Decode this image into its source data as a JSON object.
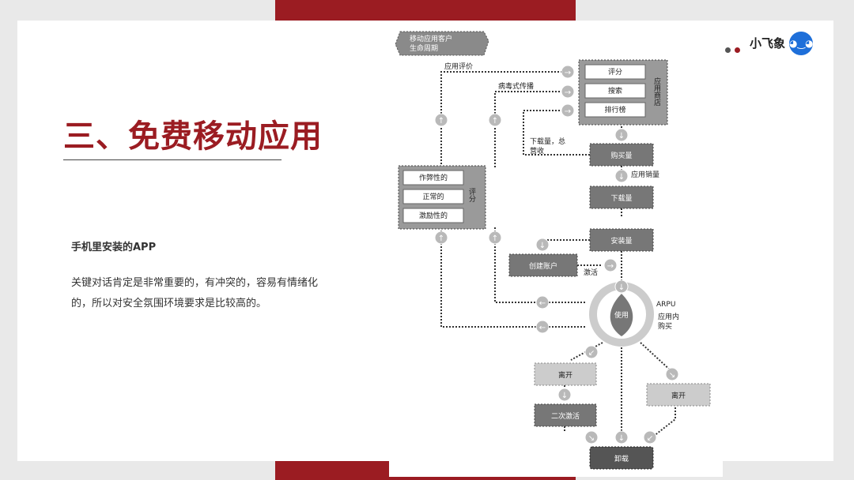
{
  "slide": {
    "title": "三、免费移动应用",
    "subheading": "手机里安装的APP",
    "body": "关键对话肯定是非常重要的，有冲突的，容易有情绪化的，所以对安全氛围环境要求是比较高的。",
    "brand": "小飞象",
    "brand_logo_icon": "elephant-logo-icon",
    "dot_colors": [
      "#cccccc",
      "#555555",
      "#9b1c22"
    ]
  },
  "diagram": {
    "title": "移动应用客户生命周期",
    "store_group": "应用商店",
    "store_items": [
      "评分",
      "搜索",
      "排行榜"
    ],
    "rating_group": "评分",
    "rating_items": [
      "作弊性的",
      "正常的",
      "激励性的"
    ],
    "edge_labels": {
      "app_review": "应用评价",
      "viral": "病毒式传播",
      "downloads_revenue": "下载量，总营收",
      "app_sales": "应用销量",
      "activate": "激活",
      "arpu": "ARPU",
      "iap": "应用内购买"
    },
    "nodes": {
      "purchases": "购买量",
      "downloads": "下载量",
      "installs": "安装量",
      "create_account": "创建账户",
      "use": "使用",
      "leave1": "离开",
      "leave2": "离开",
      "reactivate": "二次激活",
      "uninstall": "卸载"
    }
  }
}
